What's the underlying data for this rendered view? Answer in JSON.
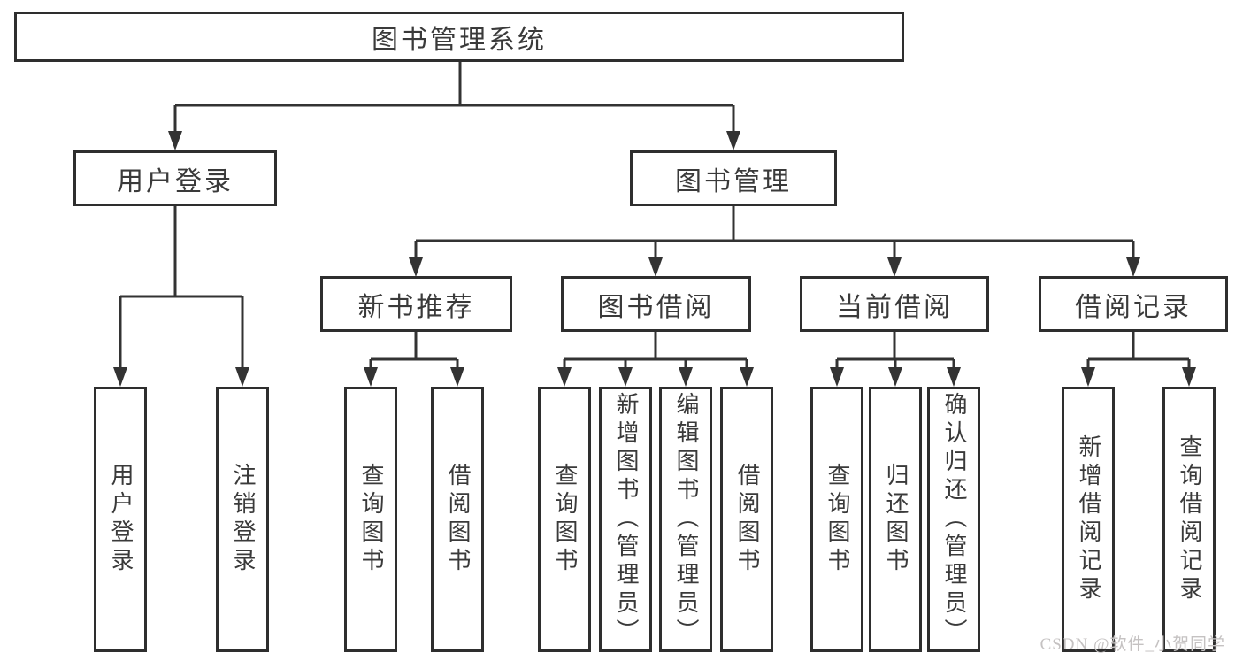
{
  "diagram": {
    "root": "图书管理系统",
    "level2": [
      "用户登录",
      "图书管理"
    ],
    "level3": [
      "新书推荐",
      "图书借阅",
      "当前借阅",
      "借阅记录"
    ],
    "leaves": [
      "用户登录",
      "注销登录",
      "查询图书",
      "借阅图书",
      "查询图书",
      "新增图书（管理员）",
      "编辑图书（管理员）",
      "借阅图书",
      "查询图书",
      "归还图书",
      "确认归还（管理员）",
      "新增借阅记录",
      "查询借阅记录"
    ],
    "hierarchy": {
      "图书管理系统": {
        "用户登录": [
          "用户登录",
          "注销登录"
        ],
        "图书管理": {
          "新书推荐": [
            "查询图书",
            "借阅图书"
          ],
          "图书借阅": [
            "查询图书",
            "新增图书（管理员）",
            "编辑图书（管理员）",
            "借阅图书"
          ],
          "当前借阅": [
            "查询图书",
            "归还图书",
            "确认归还（管理员）"
          ],
          "借阅记录": [
            "新增借阅记录",
            "查询借阅记录"
          ]
        }
      }
    }
  },
  "watermark": "CSDN @软件_小贺同学",
  "colors": {
    "line": "#333333",
    "box_border": "#2e2e2e",
    "text": "#3a3a3a",
    "watermark": "#c5c2c2",
    "background": "#ffffff"
  }
}
